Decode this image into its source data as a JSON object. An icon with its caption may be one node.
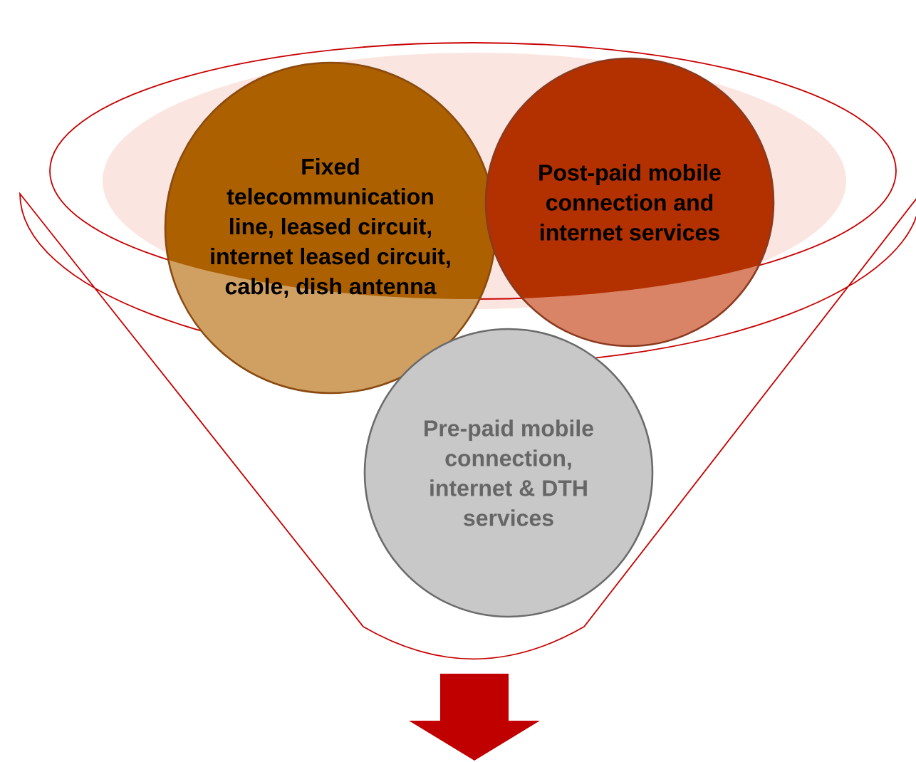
{
  "diagram": {
    "nodes": [
      {
        "text": [
          "Fixed telecommunication line, leased circuit, internet leased circuit, cable, dish antenna"
        ]
      },
      {
        "text": [
          "Post-paid mobile connection and internet services"
        ]
      },
      {
        "text": [
          "Pre-paid mobile connection, internet & DTH services"
        ]
      }
    ]
  }
}
